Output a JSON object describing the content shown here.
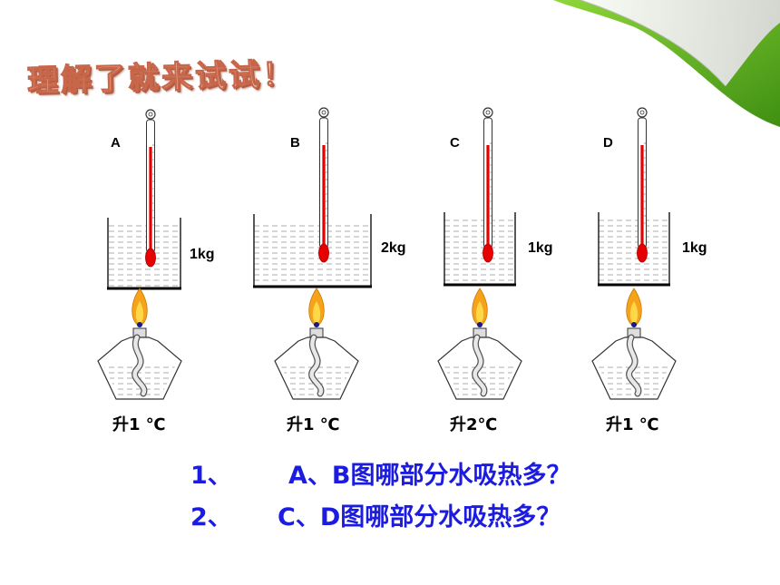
{
  "title": "理解了就来试试！",
  "setups": [
    {
      "label": "A",
      "mass": "1kg",
      "rise": "升1 ℃"
    },
    {
      "label": "B",
      "mass": "2kg",
      "rise": "升1 ℃"
    },
    {
      "label": "C",
      "mass": "1kg",
      "rise": "升2℃"
    },
    {
      "label": "D",
      "mass": "1kg",
      "rise": "升1 ℃"
    }
  ],
  "questions": [
    {
      "number": "1、",
      "text": "A、B图哪部分水吸热多？"
    },
    {
      "number": "2、",
      "text": "C、D图哪部分水吸热多？"
    }
  ],
  "colors": {
    "title_fill": "#f2ddd0",
    "title_outline": "#c8664a",
    "question_text": "#1c1ce0",
    "mercury": "#e60000",
    "flame_outer": "#f7a21b",
    "flame_inner": "#ffd84a",
    "leaf_green": "#5fae1f"
  }
}
